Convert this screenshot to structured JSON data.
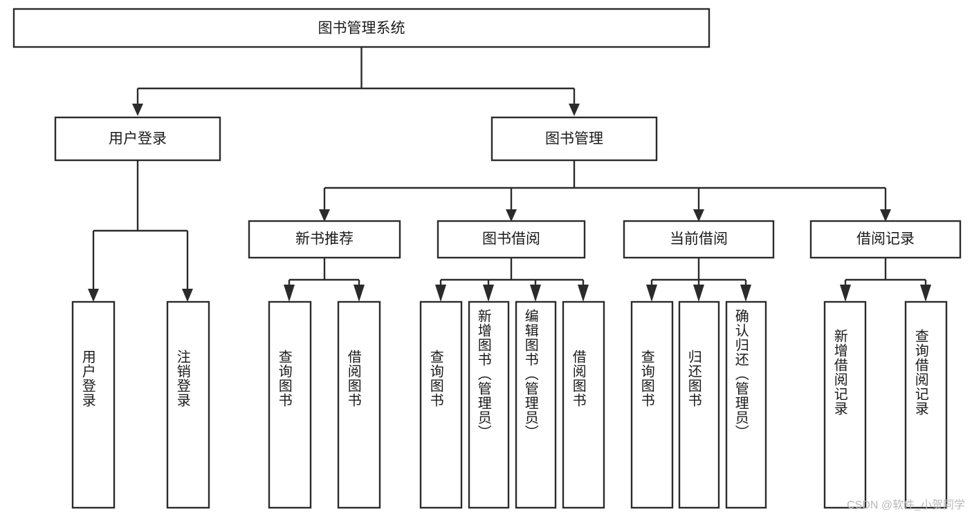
{
  "diagram": {
    "title": "图书管理系统",
    "type": "tree",
    "orientation": "top-down",
    "colors": {
      "stroke": "#2b2b2b",
      "box_fill": "#ffffff",
      "text": "#1a1a1a",
      "background": "#ffffff",
      "watermark": "#b9b9b9"
    },
    "root": {
      "id": "root",
      "label": "图书管理系统",
      "orientation": "horizontal"
    },
    "level2": [
      {
        "id": "user-login",
        "label": "用户登录",
        "orientation": "horizontal"
      },
      {
        "id": "book-manage",
        "label": "图书管理",
        "orientation": "horizontal"
      }
    ],
    "level3": [
      {
        "id": "new-book-recommend",
        "label": "新书推荐",
        "orientation": "horizontal",
        "parent": "book-manage"
      },
      {
        "id": "book-borrow",
        "label": "图书借阅",
        "orientation": "horizontal",
        "parent": "book-manage"
      },
      {
        "id": "current-borrow",
        "label": "当前借阅",
        "orientation": "horizontal",
        "parent": "book-manage"
      },
      {
        "id": "borrow-record",
        "label": "借阅记录",
        "orientation": "horizontal",
        "parent": "book-manage"
      }
    ],
    "leaves": [
      {
        "id": "leaf-user-login",
        "label": "用户登录",
        "parent": "user-login",
        "orientation": "vertical"
      },
      {
        "id": "leaf-user-logout",
        "label": "注销登录",
        "parent": "user-login",
        "orientation": "vertical"
      },
      {
        "id": "leaf-query-book-rec",
        "label": "查询图书",
        "parent": "new-book-recommend",
        "orientation": "vertical"
      },
      {
        "id": "leaf-borrow-book-rec",
        "label": "借阅图书",
        "parent": "new-book-recommend",
        "orientation": "vertical"
      },
      {
        "id": "leaf-query-book-borrow",
        "label": "查询图书",
        "parent": "book-borrow",
        "orientation": "vertical"
      },
      {
        "id": "leaf-add-book",
        "label": "新增图书（管理员）",
        "parent": "book-borrow",
        "orientation": "vertical"
      },
      {
        "id": "leaf-edit-book",
        "label": "编辑图书（管理员）",
        "parent": "book-borrow",
        "orientation": "vertical"
      },
      {
        "id": "leaf-borrow-book",
        "label": "借阅图书",
        "parent": "book-borrow",
        "orientation": "vertical"
      },
      {
        "id": "leaf-query-book-current",
        "label": "查询图书",
        "parent": "current-borrow",
        "orientation": "vertical"
      },
      {
        "id": "leaf-return-book",
        "label": "归还图书",
        "parent": "current-borrow",
        "orientation": "vertical"
      },
      {
        "id": "leaf-confirm-return",
        "label": "确认归还（管理员）",
        "parent": "current-borrow",
        "orientation": "vertical"
      },
      {
        "id": "leaf-add-record",
        "label": "新增借阅记录",
        "parent": "borrow-record",
        "orientation": "vertical"
      },
      {
        "id": "leaf-query-record",
        "label": "查询借阅记录",
        "parent": "borrow-record",
        "orientation": "vertical"
      }
    ],
    "watermark": "CSDN @软件_小贺同学"
  }
}
